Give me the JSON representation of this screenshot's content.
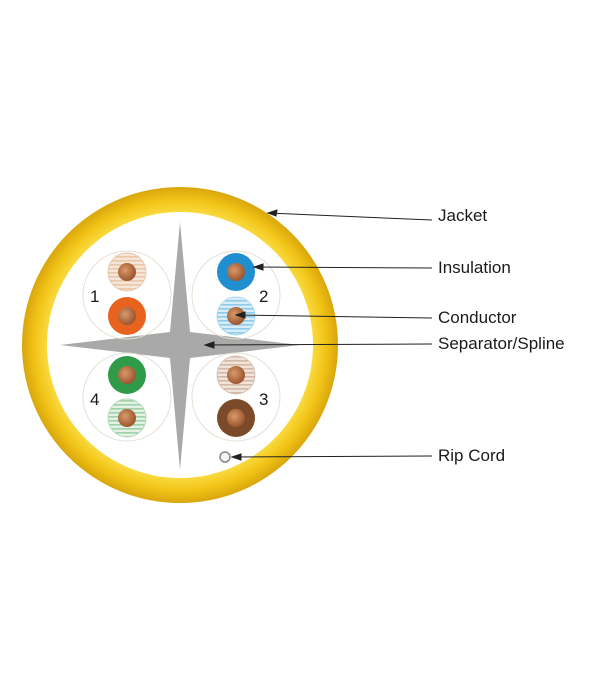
{
  "labels": {
    "jacket": "Jacket",
    "insulation": "Insulation",
    "conductor": "Conductor",
    "separator": "Separator/Spline",
    "rip_cord": "Rip Cord"
  },
  "pairs": [
    {
      "number": "1",
      "wire_a": "white-orange",
      "wire_b": "orange"
    },
    {
      "number": "2",
      "wire_a": "blue",
      "wire_b": "white-blue"
    },
    {
      "number": "3",
      "wire_a": "white-brown",
      "wire_b": "brown"
    },
    {
      "number": "4",
      "wire_a": "green",
      "wire_b": "white-green"
    }
  ],
  "colors": {
    "jacket": "#f2c417",
    "spline": "#a9a9a9",
    "conductor": "#b5693d",
    "orange": "#e8641e",
    "blue": "#1f8fd0",
    "green": "#2f9a47",
    "brown": "#7a4a2a"
  }
}
